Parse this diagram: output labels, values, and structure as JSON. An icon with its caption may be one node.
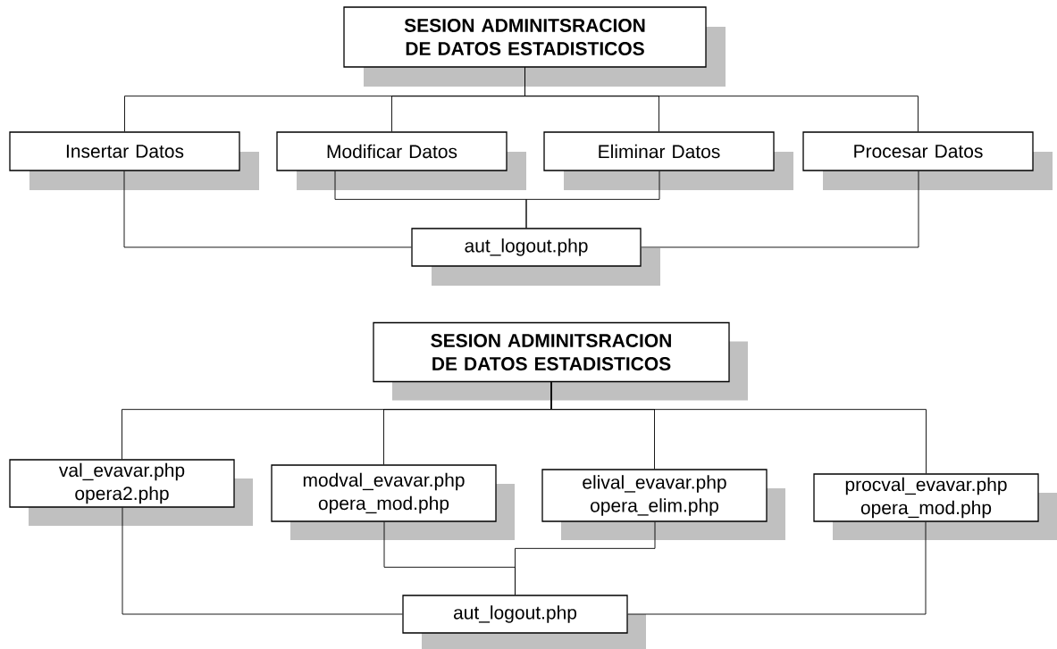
{
  "diagram": {
    "nodes": [
      {
        "text": [
          "SESION ADMINITSRACION DE DATOS ESTADISTICOS"
        ]
      },
      {
        "text": [
          "Insertar Datos"
        ]
      },
      {
        "text": [
          "Modificar Datos"
        ]
      },
      {
        "text": [
          "Eliminar Datos"
        ]
      },
      {
        "text": [
          "Procesar Datos"
        ]
      },
      {
        "text": [
          "aut_logout.php"
        ]
      },
      {
        "text": [
          "SESION ADMINITSRACION DE DATOS ESTADISTICOS"
        ]
      },
      {
        "text": [
          "val_evavar.php",
          "opera2.php"
        ]
      },
      {
        "text": [
          "modval_evavar.php",
          "opera_mod.php"
        ]
      },
      {
        "text": [
          "elival_evavar.php",
          "opera_elim.php"
        ]
      },
      {
        "text": [
          "procval_evavar.php",
          "opera_mod.php"
        ]
      },
      {
        "text": [
          "aut_logout.php"
        ]
      }
    ],
    "edges": [
      {
        "from": 0,
        "to": 1,
        "arrow": "none"
      },
      {
        "from": 0,
        "to": 2,
        "arrow": "none"
      },
      {
        "from": 0,
        "to": 3,
        "arrow": "none"
      },
      {
        "from": 0,
        "to": 4,
        "arrow": "none"
      },
      {
        "from": 1,
        "to": 5,
        "arrow": "none"
      },
      {
        "from": 2,
        "to": 5,
        "arrow": "none"
      },
      {
        "from": 3,
        "to": 5,
        "arrow": "none"
      },
      {
        "from": 4,
        "to": 5,
        "arrow": "none"
      },
      {
        "from": 6,
        "to": 7,
        "arrow": "none"
      },
      {
        "from": 6,
        "to": 8,
        "arrow": "none"
      },
      {
        "from": 6,
        "to": 9,
        "arrow": "none"
      },
      {
        "from": 6,
        "to": 10,
        "arrow": "none"
      },
      {
        "from": 7,
        "to": 11,
        "arrow": "none"
      },
      {
        "from": 8,
        "to": 11,
        "arrow": "none"
      },
      {
        "from": 9,
        "to": 11,
        "arrow": "none"
      },
      {
        "from": 10,
        "to": 11,
        "arrow": "none"
      }
    ]
  }
}
